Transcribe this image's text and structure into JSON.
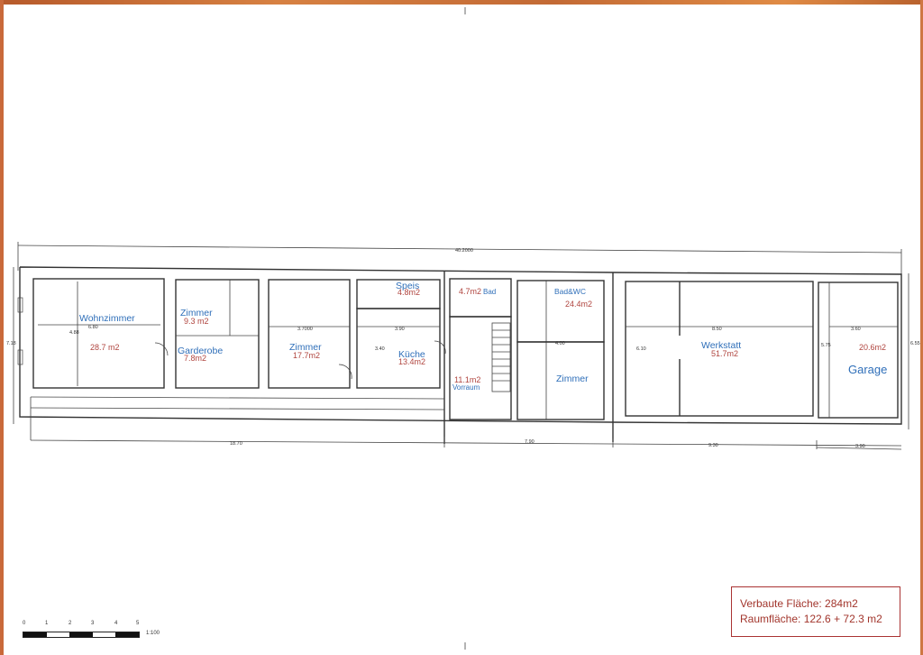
{
  "plan": {
    "rooms": [
      {
        "key": "wohnzimmer",
        "name": "Wohnzimmer",
        "area": "28.7 m2"
      },
      {
        "key": "zimmer1",
        "name": "Zimmer",
        "area": "9.3 m2"
      },
      {
        "key": "garderobe",
        "name": "Garderobe",
        "area": "7.8m2"
      },
      {
        "key": "zimmer2",
        "name": "Zimmer",
        "area": "17.7m2"
      },
      {
        "key": "speis",
        "name": "Speis",
        "area": "4.8m2"
      },
      {
        "key": "kueche",
        "name": "Küche",
        "area": "13.4m2"
      },
      {
        "key": "bad",
        "name": "Bad",
        "area": "4.7m2"
      },
      {
        "key": "vorraum",
        "name": "Vorraum",
        "area": "11.1m2"
      },
      {
        "key": "badwc",
        "name": "Bad&WC",
        "area": "24.4m2"
      },
      {
        "key": "zimmer3",
        "name": "Zimmer",
        "area": ""
      },
      {
        "key": "werkstatt",
        "name": "Werkstatt",
        "area": "51.7m2"
      },
      {
        "key": "garage",
        "name": "Garage",
        "area": "20.6m2"
      }
    ],
    "dimensions": {
      "overall_length": "40.2000",
      "overall_depth": "7.18",
      "depth_right": "6.55",
      "seg_living": "18.70",
      "seg_middle": "7.90",
      "seg_werkstatt": "9.30",
      "seg_garage": "3.90",
      "wohn_width": "6.80",
      "wohn_height": "4.88",
      "zimmer2_width": "3.7000",
      "werk_width": "8.50",
      "werk_height": "6.10",
      "garage_width": "3.60",
      "garage_height": "5.75",
      "kueche_width": "3.90",
      "kueche_height": "3.40",
      "bad_depth": "4.00"
    }
  },
  "summary": {
    "built_area": "Verbaute Fläche: 284m2",
    "room_area": "Raumfläche: 122.6 + 72.3 m2"
  },
  "scale": {
    "ticks": [
      "0",
      "1",
      "2",
      "3",
      "4",
      "5"
    ],
    "ratio": "1:100"
  }
}
